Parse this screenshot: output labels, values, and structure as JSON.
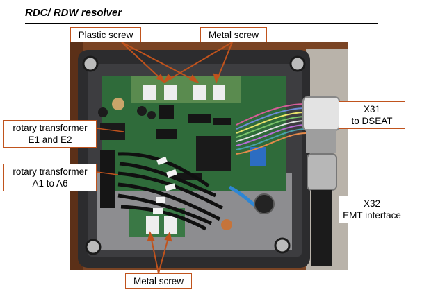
{
  "header": {
    "title": "RDC/ RDW resolver"
  },
  "callouts": {
    "plastic_screw": "Plastic screw",
    "metal_screw_top": "Metal screw",
    "rotary_transformer_e": [
      "rotary transformer",
      "E1 and E2"
    ],
    "rotary_transformer_a": [
      "rotary transformer",
      "A1 to A6"
    ],
    "x31": [
      "X31",
      "to DSEAT"
    ],
    "x32": [
      "X32",
      "EMT interface"
    ],
    "metal_screw_bottom": "Metal screw"
  },
  "colors": {
    "callout_border": "#c0531d",
    "arrow": "#c0531d",
    "enclosure": "#2c2c2e",
    "board": "#2f6b3a",
    "background_wood": "#8a4a22"
  }
}
